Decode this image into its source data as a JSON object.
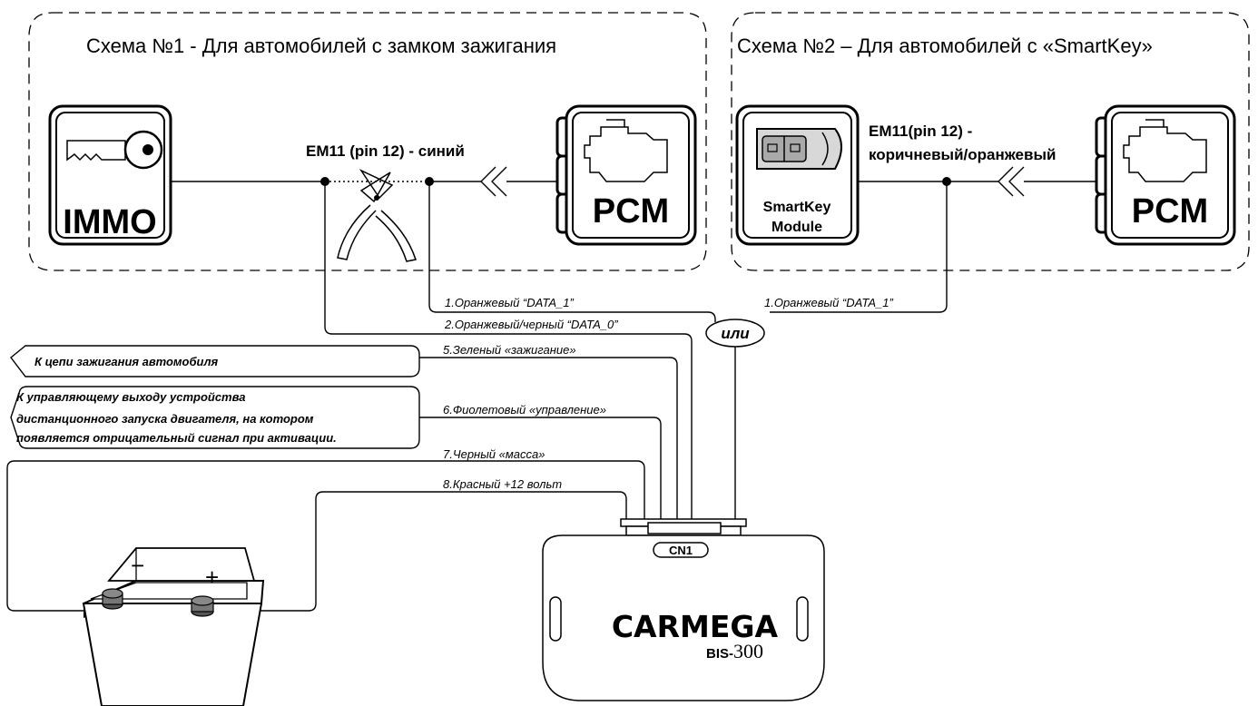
{
  "scheme1": {
    "title": "Схема №1 - Для автомобилей с замком зажигания",
    "em_label": "EM11 (pin 12) - синий",
    "immo_label": "IMMO",
    "pcm_label": "PCM"
  },
  "scheme2": {
    "title": "Схема №2 – Для автомобилей с «SmartKey»",
    "em_label_line1": "EM11(pin 12) -",
    "em_label_line2": "коричневый/оранжевый",
    "smartkey_line1": "SmartKey",
    "smartkey_line2": "Module",
    "pcm_label": "PCM"
  },
  "wires": {
    "w1_s1": "1.Оранжевый “DATA_1”",
    "w1_s2": "1.Оранжевый “DATA_1”",
    "w2": "2.Оранжевый/черный “DATA_0”",
    "w5": "5.Зеленый «зажигание»",
    "w6": "6.Фиолетовый «управление»",
    "w7": "7.Черный «масса»",
    "w8": "8.Красный +12 вольт"
  },
  "or_label": "или",
  "notes": {
    "ignition": "К цепи зажигания автомобиля",
    "remote_line1": "К управляющему выходу устройства",
    "remote_line2": "дистанционного запуска двигателя, на котором",
    "remote_line3": "появляется отрицательный сигнал при активации."
  },
  "module": {
    "connector": "CN1",
    "brand": "CARMEGA",
    "model_prefix": "BIS-",
    "model_number": "300"
  },
  "battery": {
    "minus": "−",
    "plus": "+"
  },
  "icons": [
    "key-icon",
    "engine-icon",
    "smartkey-fob-icon",
    "wire-cutter-icon",
    "battery-icon",
    "connector-arrow-icon"
  ]
}
